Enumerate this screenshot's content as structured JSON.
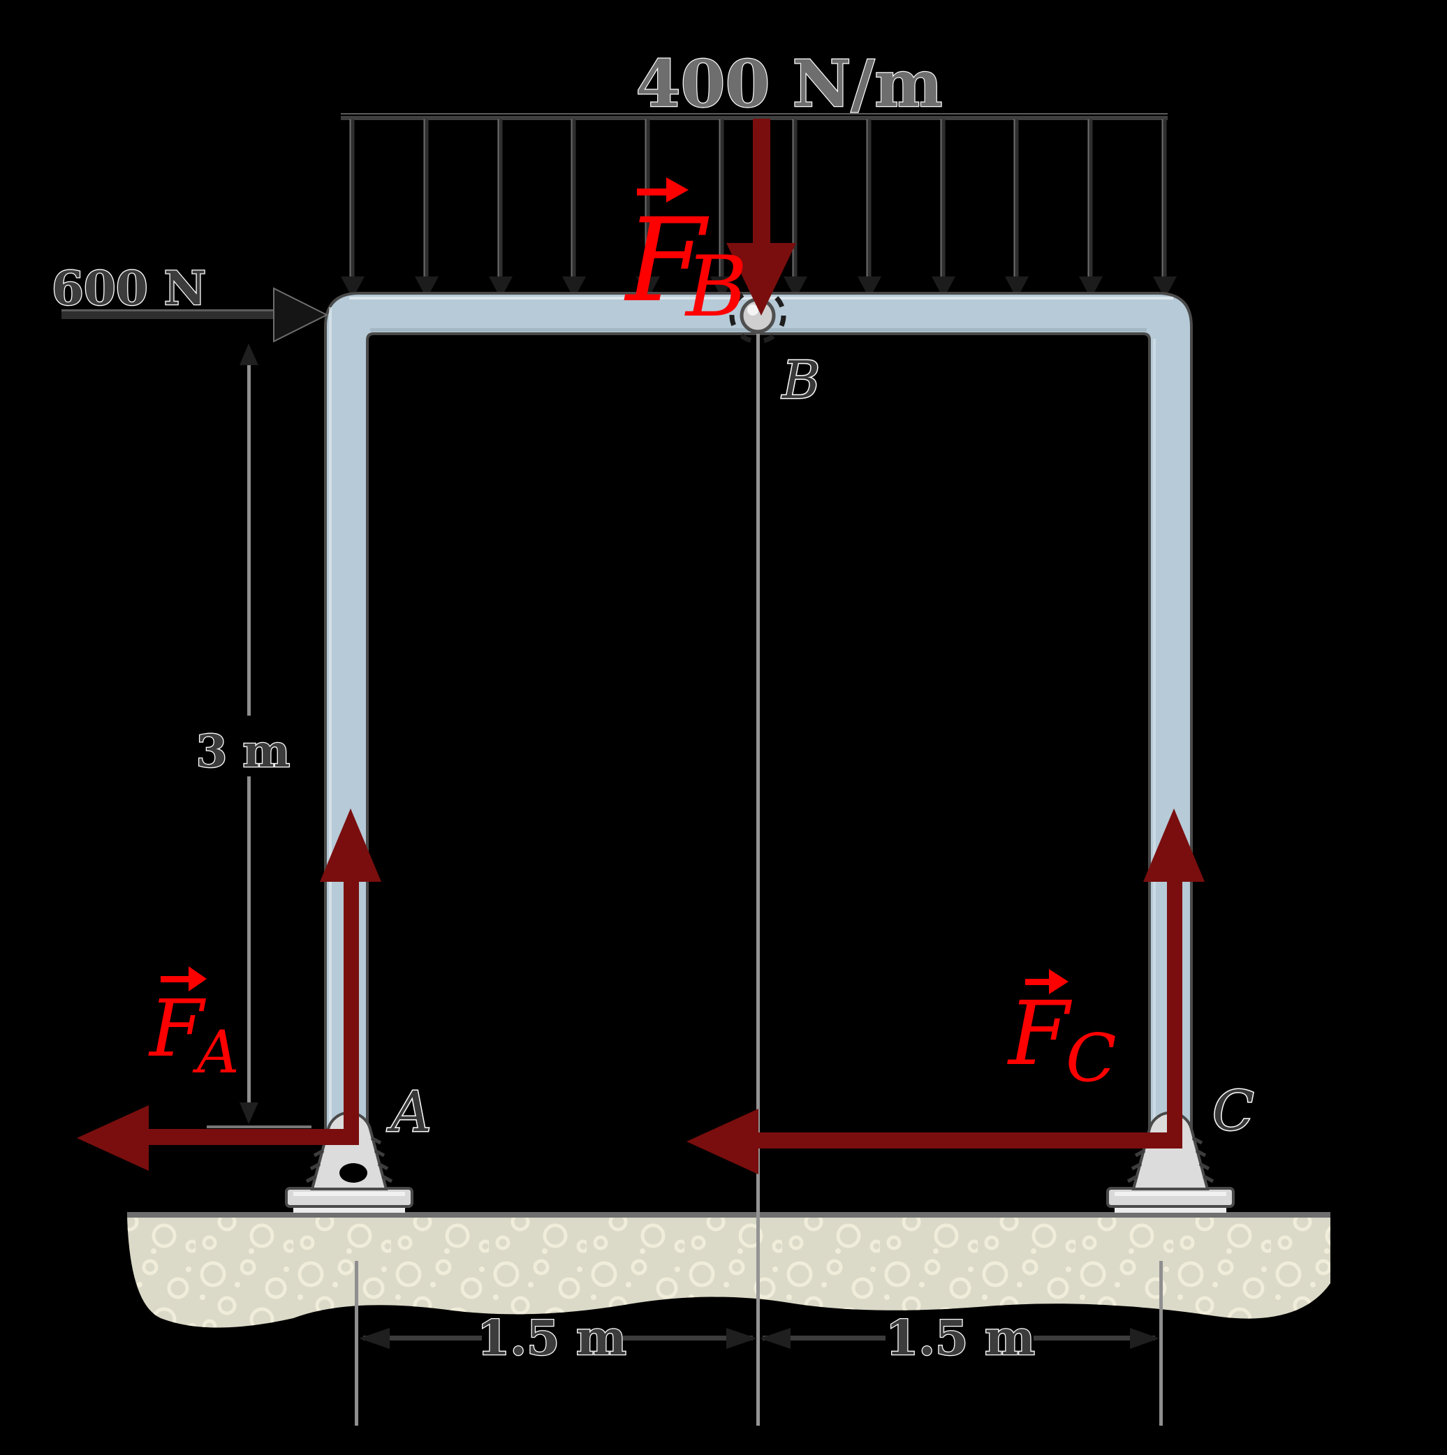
{
  "labels": {
    "distributed_load": "400 N/m",
    "horizontal_force": "600 N",
    "height_dim": "3 m",
    "left_span_dim": "1.5 m",
    "right_span_dim": "1.5 m",
    "point_a": "A",
    "point_b": "B",
    "point_c": "C",
    "force_a_symbol": "F",
    "force_a_sub": "A",
    "force_b_symbol": "F",
    "force_b_sub": "B",
    "force_c_symbol": "F",
    "force_c_sub": "C"
  },
  "colors": {
    "background": "#000000",
    "frame_fill": "#b6cad7",
    "frame_outline": "#4a4a4a",
    "reaction_arrow": "#7a0e0e",
    "force_label": "#ff0000",
    "ground_fill": "#dbd9c8",
    "ground_pebble": "#f0edda",
    "support_fill": "#dcdcdc",
    "pin_fill": "#cfcfcf"
  }
}
